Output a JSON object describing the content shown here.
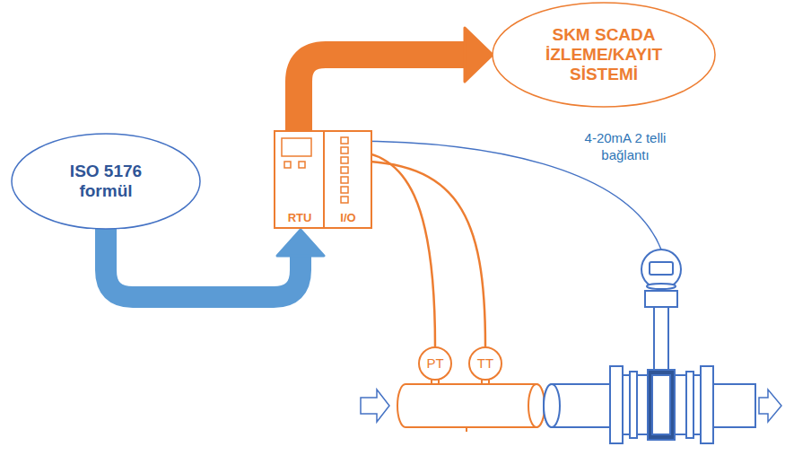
{
  "diagram": {
    "nodes": [
      {
        "text": [
          "ISO 5176 formül"
        ]
      },
      {
        "text": [
          "RTU",
          "I/O"
        ]
      },
      {
        "text": [
          "SKM SCADA İZLEME/KAYIT SİSTEMİ"
        ]
      },
      {
        "text": [
          "PT"
        ]
      },
      {
        "text": [
          "TT"
        ]
      }
    ],
    "edges": [
      {
        "from": 0,
        "to": 1,
        "arrow": "to"
      },
      {
        "from": 1,
        "to": 2,
        "arrow": "to"
      },
      {
        "from": 3,
        "to": 1,
        "arrow": "none"
      },
      {
        "from": 4,
        "to": 1,
        "arrow": "none"
      }
    ],
    "labels": [
      "4-20mA 2 telli bağlantı"
    ]
  }
}
